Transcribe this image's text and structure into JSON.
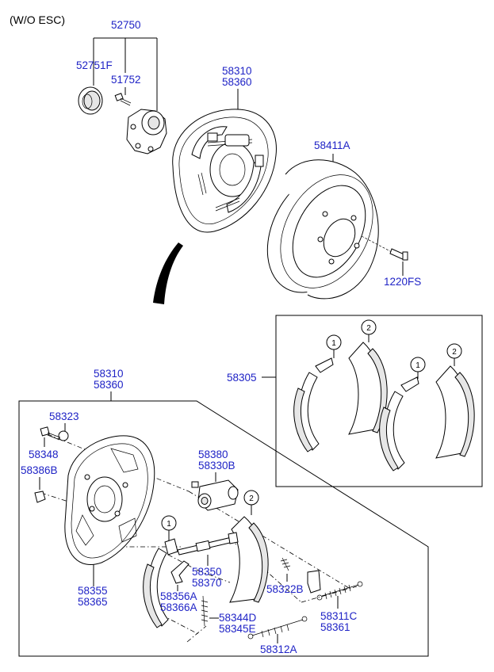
{
  "header": {
    "variant": "(W/O ESC)"
  },
  "labels": {
    "p52750": "52750",
    "p52751F": "52751F",
    "p51752": "51752",
    "p58310_top": "58310",
    "p58360_top": "58360",
    "p58411A": "58411A",
    "p1220FS": "1220FS",
    "p58305": "58305",
    "p58310_mid": "58310",
    "p58360_mid": "58360",
    "p58323": "58323",
    "p58348": "58348",
    "p58386B": "58386B",
    "p58380": "58380",
    "p58330B": "58330B",
    "p58355": "58355",
    "p58365": "58365",
    "p58350": "58350",
    "p58370": "58370",
    "p58356A": "58356A",
    "p58366A": "58366A",
    "p58322B": "58322B",
    "p58344D": "58344D",
    "p58345E": "58345E",
    "p58311C": "58311C",
    "p58361": "58361",
    "p58312A": "58312A"
  },
  "callouts": {
    "one": "1",
    "two": "2"
  },
  "colors": {
    "part_number": "#1f23c6",
    "line": "#000000",
    "background": "#ffffff"
  }
}
